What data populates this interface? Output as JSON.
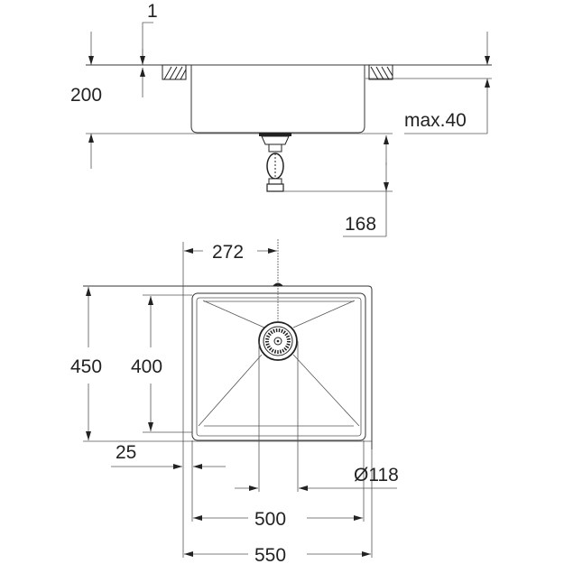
{
  "title": "Undermount kitchen sink technical drawing",
  "side_view": {
    "dimensions": {
      "rim_thickness": "1",
      "bowl_depth": "200",
      "countertop_thickness": "max.40",
      "waste_height": "168"
    }
  },
  "top_view": {
    "dimensions": {
      "drain_offset": "272",
      "outer_depth": "450",
      "inner_depth": "400",
      "flange_width": "25",
      "drain_diameter": "Ø118",
      "inner_width": "500",
      "outer_width": "550"
    }
  },
  "colors": {
    "line": "#333333",
    "background": "#ffffff"
  }
}
